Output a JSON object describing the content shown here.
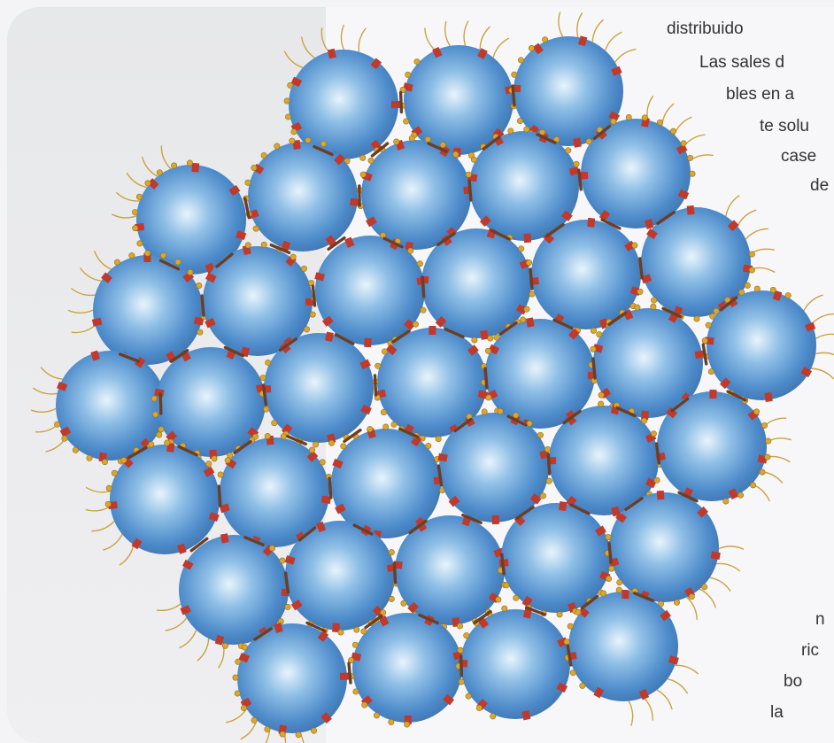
{
  "text_fragments": [
    "distribuido",
    "Las sales d",
    "bles en a",
    "te solu",
    "case",
    "de",
    "n",
    "ric",
    "bo",
    "la"
  ]
}
